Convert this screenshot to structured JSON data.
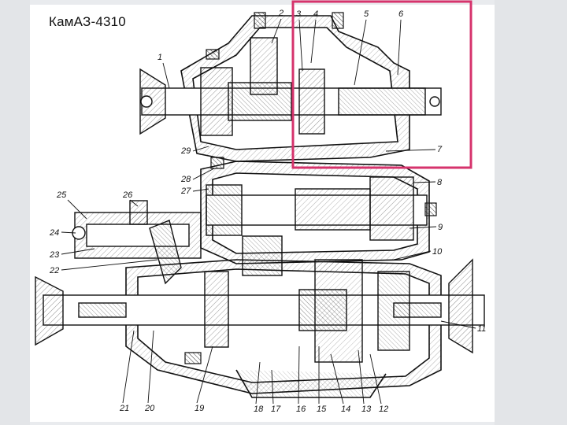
{
  "title": "КамАЗ-4310",
  "highlight_color": "#d6336c",
  "callouts": [
    "1",
    "2",
    "3",
    "4",
    "5",
    "6",
    "7",
    "8",
    "9",
    "10",
    "11",
    "12",
    "13",
    "14",
    "15",
    "16",
    "17",
    "18",
    "19",
    "20",
    "21",
    "22",
    "23",
    "24",
    "25",
    "26",
    "27",
    "28",
    "29"
  ]
}
